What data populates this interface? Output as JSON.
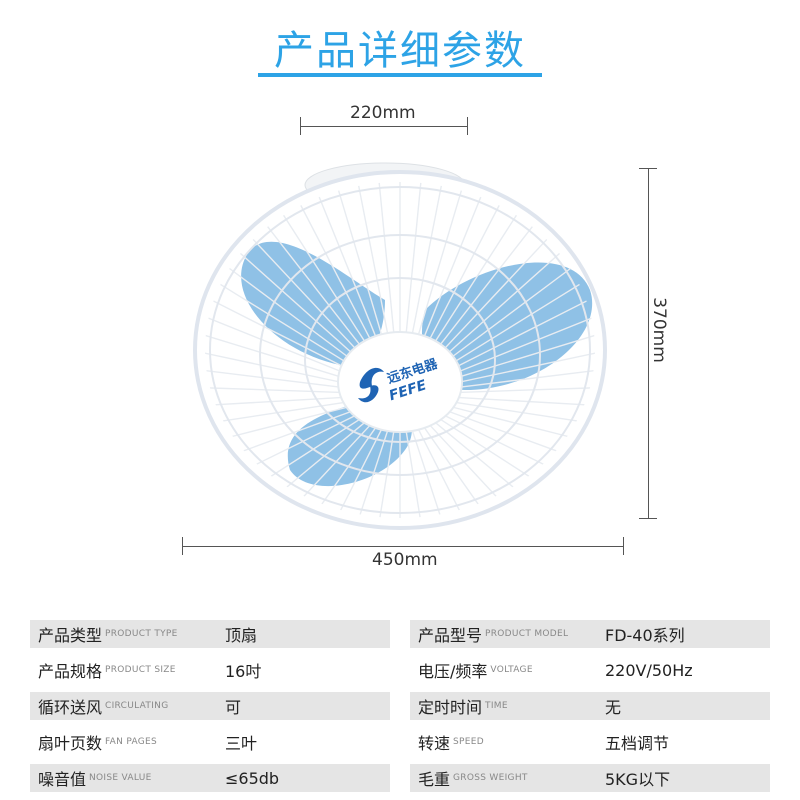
{
  "title": "产品详细参数",
  "dimensions": {
    "top_width": "220mm",
    "height": "370mm",
    "bottom_width": "450mm"
  },
  "logo": {
    "brand_cn": "远东电器",
    "brand_en": "FEFE"
  },
  "colors": {
    "accent": "#2da3e6",
    "blade": "#8fc1e6",
    "row_shade": "#e5e5e5"
  },
  "specs": [
    {
      "left": {
        "label": "产品类型",
        "label_en": "PRODUCT TYPE",
        "value": "顶扇"
      },
      "right": {
        "label": "产品型号",
        "label_en": "PRODUCT MODEL",
        "value": "FD-40系列"
      }
    },
    {
      "left": {
        "label": "产品规格",
        "label_en": "PRODUCT SIZE",
        "value": "16吋"
      },
      "right": {
        "label": "电压/频率",
        "label_en": "VOLTAGE",
        "value": "220V/50Hz"
      }
    },
    {
      "left": {
        "label": "循环送风",
        "label_en": "CIRCULATING",
        "value": "可"
      },
      "right": {
        "label": "定时时间",
        "label_en": "TIME",
        "value": "无"
      }
    },
    {
      "left": {
        "label": "扇叶页数",
        "label_en": "FAN PAGES",
        "value": "三叶"
      },
      "right": {
        "label": "转速",
        "label_en": "SPEED",
        "value": "五档调节"
      }
    },
    {
      "left": {
        "label": "噪音值",
        "label_en": "NOISE VALUE",
        "value": "≤65db"
      },
      "right": {
        "label": "毛重",
        "label_en": "GROSS WEIGHT",
        "value": "5KG以下"
      }
    }
  ]
}
